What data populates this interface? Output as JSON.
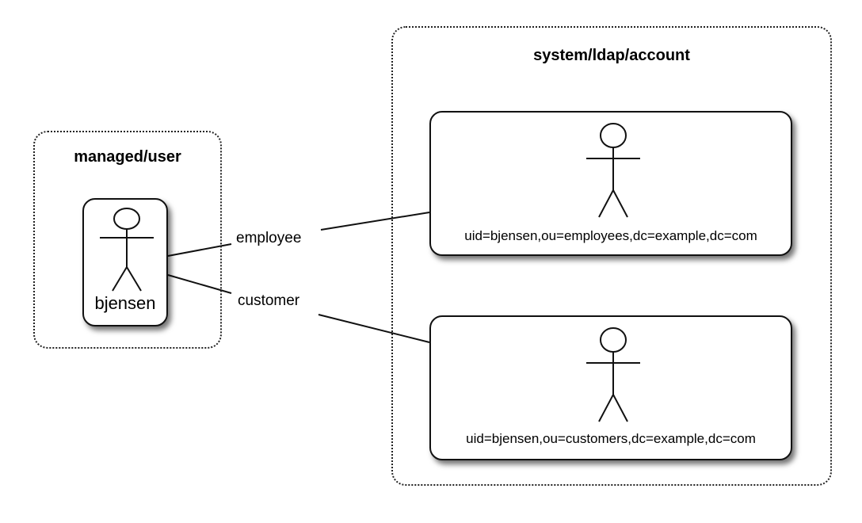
{
  "managed_group": {
    "title": "managed/user"
  },
  "managed_user": {
    "name": "bjensen",
    "icon": "stick-figure-icon"
  },
  "system_group": {
    "title": "system/ldap/account"
  },
  "accounts": [
    {
      "dn": "uid=bjensen,ou=employees,dc=example,dc=com",
      "icon": "stick-figure-icon"
    },
    {
      "dn": "uid=bjensen,ou=customers,dc=example,dc=com",
      "icon": "stick-figure-icon"
    }
  ],
  "links": [
    {
      "label": "employee"
    },
    {
      "label": "customer"
    }
  ]
}
